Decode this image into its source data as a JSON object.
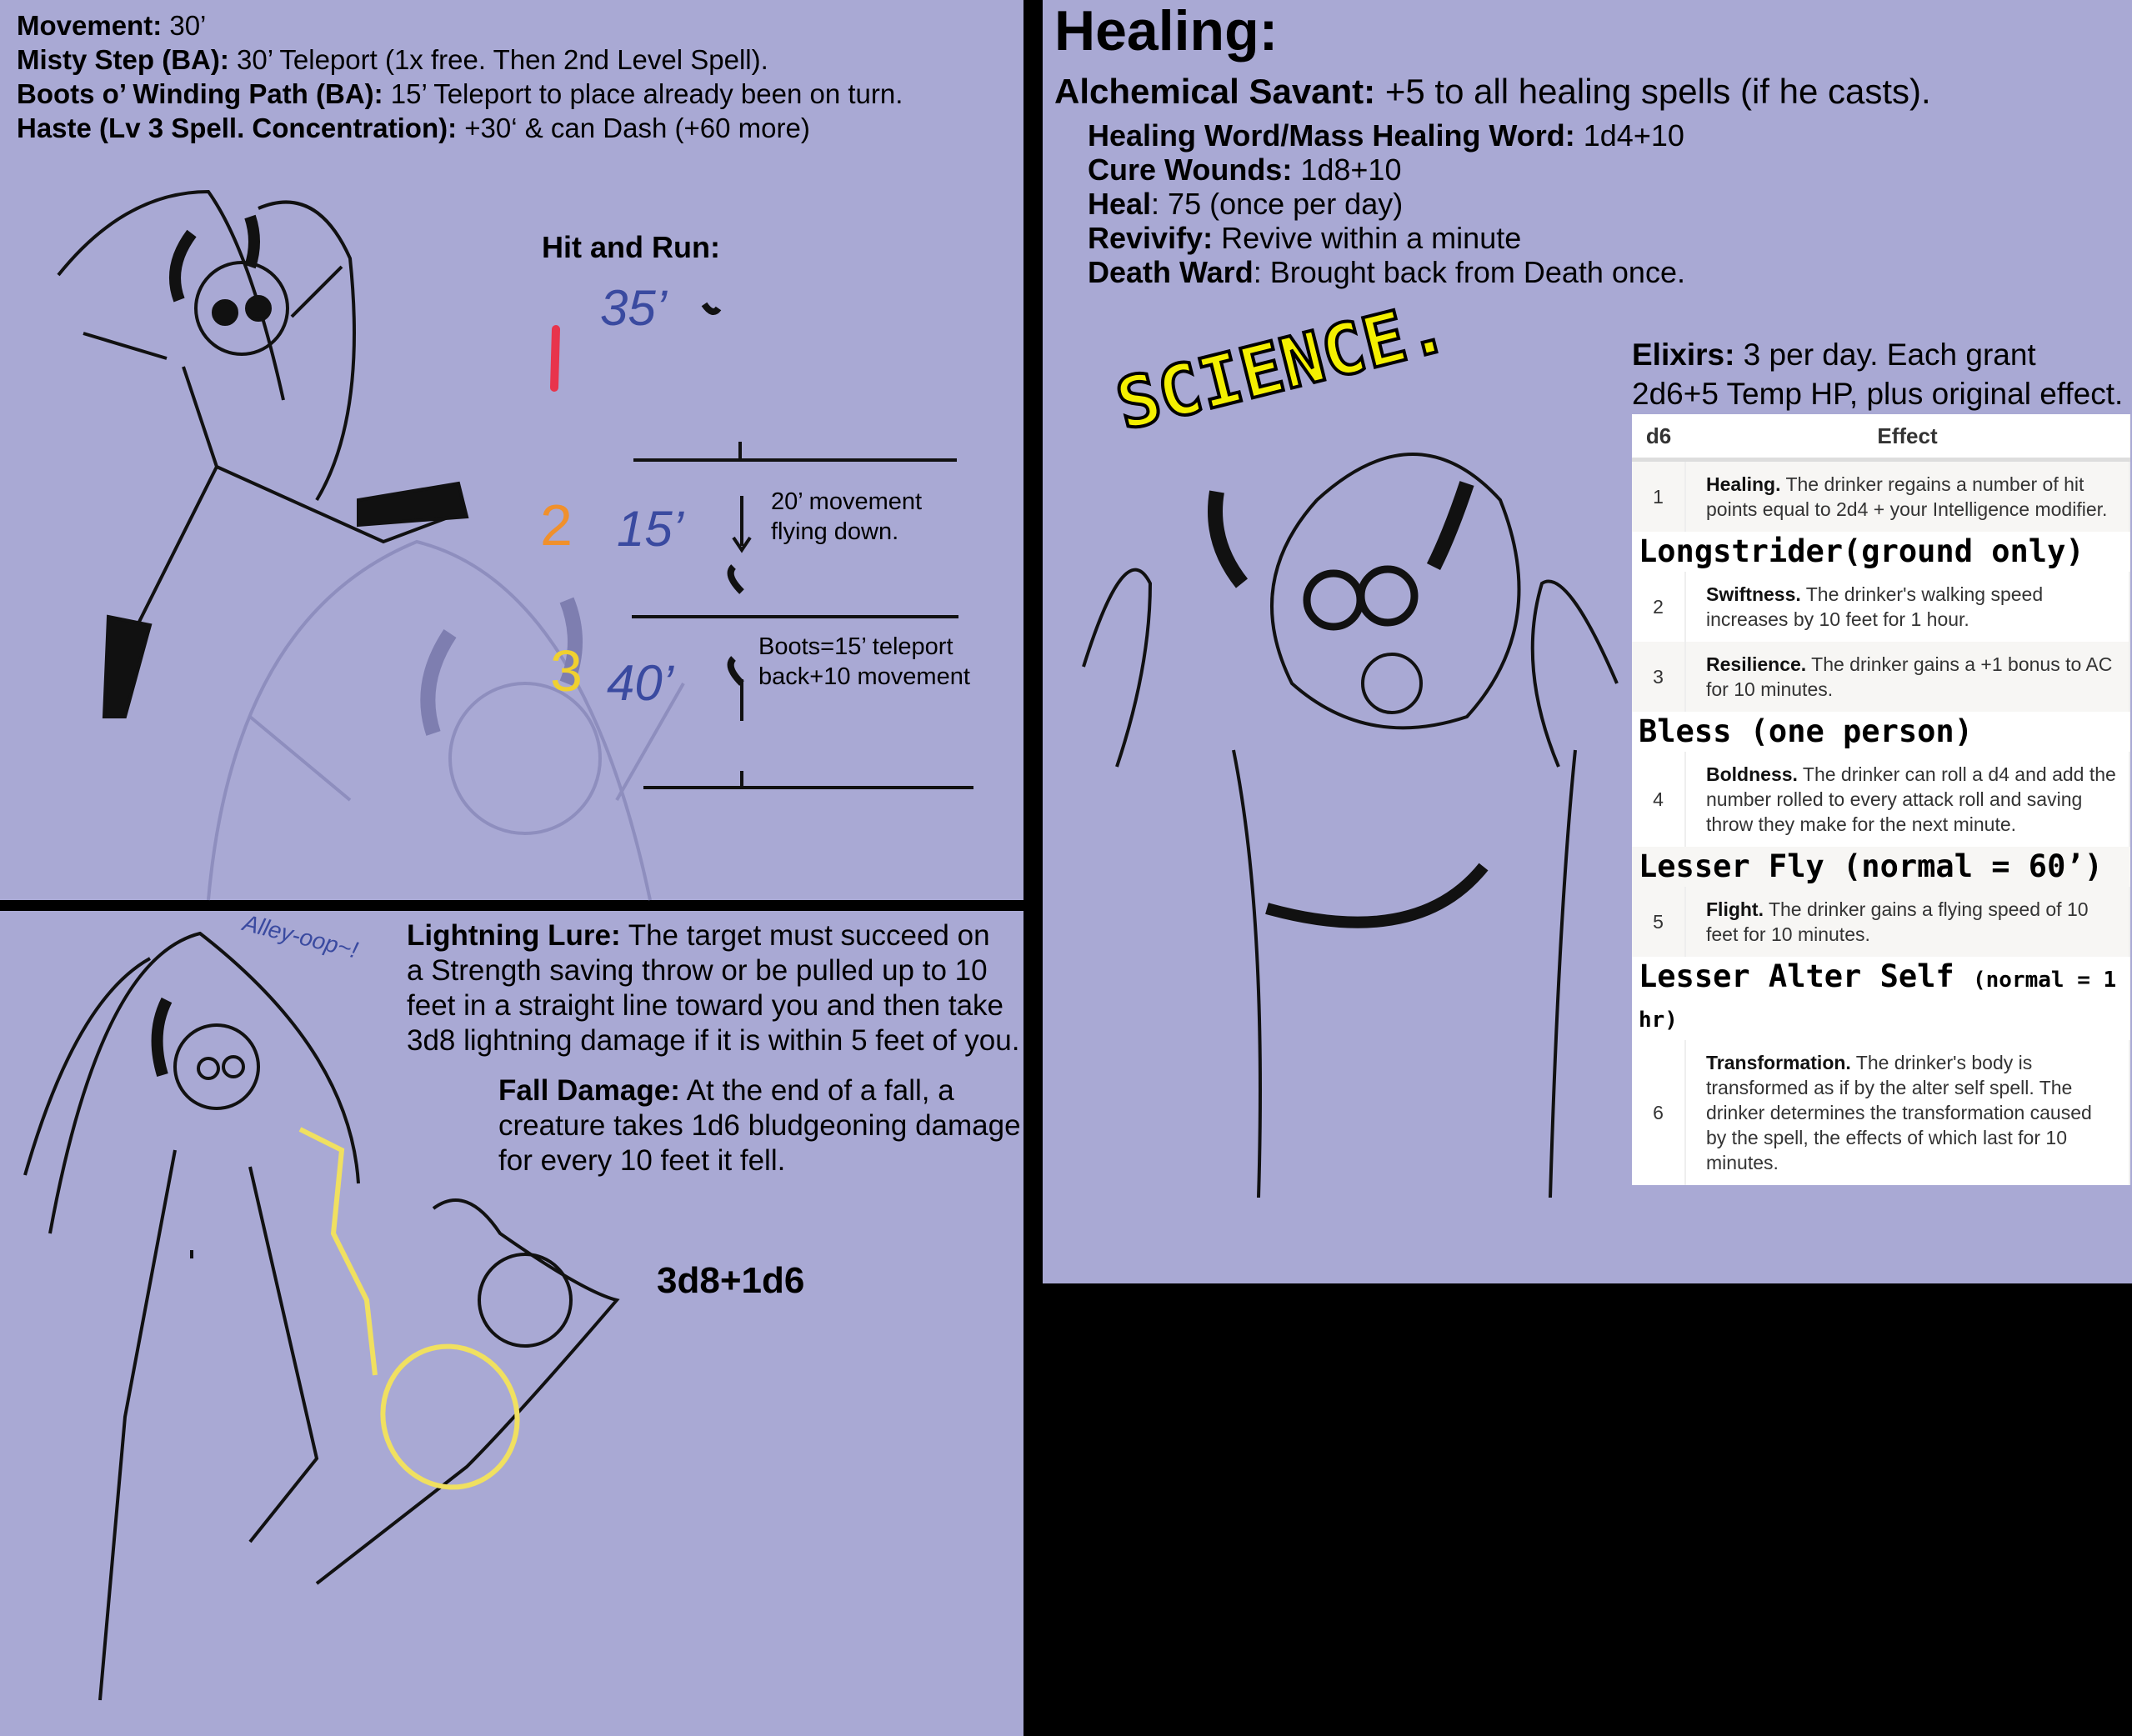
{
  "movement": {
    "lines": [
      {
        "label": "Movement:",
        "text": " 30’"
      },
      {
        "label": "Misty Step (BA):",
        "text": " 30’ Teleport (1x free. Then 2nd Level Spell)."
      },
      {
        "label": "Boots o’ Winding Path (BA):",
        "text": " 15’ Teleport to place already been on turn."
      },
      {
        "label": "Haste (Lv 3 Spell. Concentration):",
        "text": " +30‘ & can Dash (+60 more)"
      }
    ]
  },
  "hit_and_run": {
    "title": "Hit and Run:",
    "steps": [
      {
        "num": "1",
        "dist": "35’",
        "note": ""
      },
      {
        "num": "2",
        "dist": "15’",
        "note1": "20’ movement",
        "note2": "flying down."
      },
      {
        "num": "3",
        "dist": "40’",
        "note1": "Boots=15’ teleport",
        "note2": "back+10 movement"
      }
    ],
    "colors": {
      "one": "#e8344c",
      "two": "#f0902c",
      "three": "#f0d030",
      "ink": "#3a4aa0"
    }
  },
  "lightning": {
    "caption": "Alley-oop~!",
    "lure_label": "Lightning Lure:",
    "lure_lines": [
      " The target must succeed on",
      "a Strength saving throw or be pulled up to 10",
      "feet in a straight line toward you and then take",
      "3d8 lightning damage if it is within 5 feet of you."
    ],
    "fall_label": "Fall Damage:",
    "fall_lines": [
      " At the end of a fall, a",
      "creature takes 1d6 bludgeoning damage",
      "for every 10 feet it fell."
    ],
    "total": "3d8+1d6"
  },
  "healing": {
    "title": "Healing:",
    "savant_label": "Alchemical Savant:",
    "savant_text": " +5 to all healing spells (if he casts).",
    "spells": [
      {
        "label": "Healing Word/Mass Healing Word:",
        "text": " 1d4+10"
      },
      {
        "label": "Cure Wounds:",
        "text": " 1d8+10"
      },
      {
        "label": "Heal",
        "text": ": 75 (once per day)"
      },
      {
        "label": "Revivify:",
        "text": "  Revive within a minute"
      },
      {
        "label": "Death Ward",
        "text": ": Brought back from Death once."
      }
    ],
    "science": "SCIENCE.",
    "elixirs_label": "Elixirs:",
    "elixirs_line1": " 3 per day. Each grant",
    "elixirs_line2": "2d6+5 Temp HP, plus original effect."
  },
  "table": {
    "headers": [
      "d6",
      "Effect"
    ],
    "rows": [
      {
        "n": "1",
        "name": "Healing.",
        "text": " The drinker regains a number of hit points equal to 2d4 + your Intelligence modifier."
      },
      {
        "n": "2",
        "name": "Swiftness.",
        "text": " The drinker's walking speed increases by 10 feet for 1 hour."
      },
      {
        "n": "3",
        "name": "Resilience.",
        "text": " The drinker gains a +1 bonus to AC for 10 minutes."
      },
      {
        "n": "4",
        "name": "Boldness.",
        "text": " The drinker can roll a d4 and add the number rolled to every attack roll and saving throw they make for the next minute."
      },
      {
        "n": "5",
        "name": "Flight.",
        "text": " The drinker gains a flying speed of 10 feet for 10 minutes."
      },
      {
        "n": "6",
        "name": "Transformation.",
        "text": " The drinker's body is transformed as if by the alter self spell. The drinker determines the transformation caused by the spell, the effects of which last for 10 minutes."
      }
    ],
    "annotations": {
      "longstrider": "Longstrider(ground only)",
      "bless": "Bless (one person)",
      "fly": "Lesser Fly (normal = 60’)",
      "alter": "Lesser Alter Self",
      "alter_small": "(normal = 1 hr)"
    }
  }
}
